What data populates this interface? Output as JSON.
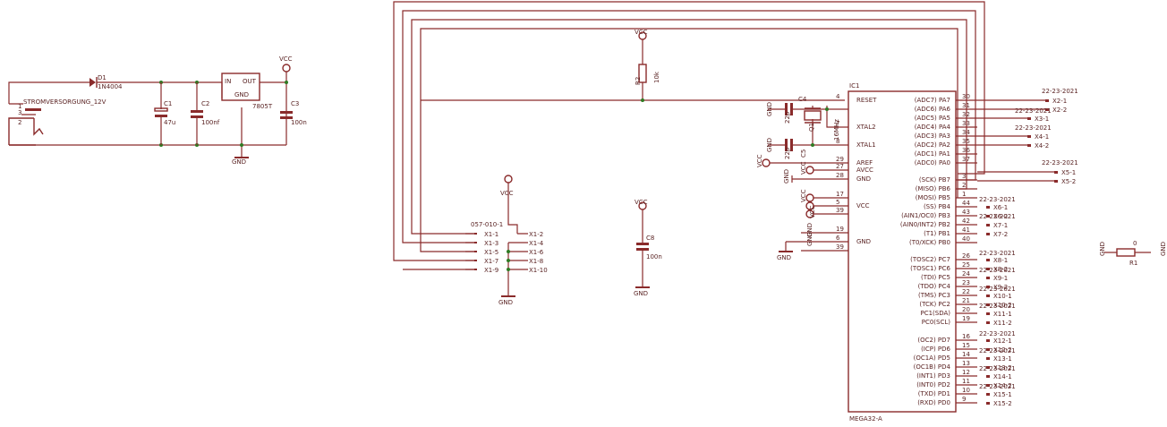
{
  "power_section": {
    "connector_name": "STROMVERSORGUNG_12V",
    "connector_pins": [
      "1",
      "2",
      "3"
    ],
    "diode_name": "D1",
    "diode_value": "1N4004",
    "c1_name": "C1",
    "c1_value": "47u",
    "c2_name": "C2",
    "c2_value": "100nf",
    "c3_name": "C3",
    "c3_value": "100n",
    "regulator_in": "IN",
    "regulator_out": "OUT",
    "regulator_gnd": "GND",
    "regulator_value": "7805T",
    "vcc_label": "VCC",
    "gnd_label": "GND"
  },
  "r2": {
    "name": "R2",
    "value": "10k",
    "vcc_label": "VCC"
  },
  "crystal": {
    "q_name": "Q1",
    "q_value": "16MHz",
    "c4_name": "C4",
    "c5_name": "C5",
    "c4_value": "22p",
    "c5_value": "22p",
    "gnd_label": "GND"
  },
  "header": {
    "name": "057-010-1",
    "vcc_label": "VCC",
    "gnd_label": "GND",
    "left_pins": [
      "X1-1",
      "X1-3",
      "X1-5",
      "X1-7",
      "X1-9"
    ],
    "right_pins": [
      "X1-2",
      "X1-4",
      "X1-6",
      "X1-8",
      "X1-10"
    ]
  },
  "c8": {
    "name": "C8",
    "value": "100n",
    "vcc_label": "VCC",
    "gnd_label": "GND"
  },
  "r1": {
    "name": "R1",
    "value": "0",
    "gnd_label": "GND"
  },
  "mcu": {
    "name": "IC1",
    "value": "MEGA32-A",
    "left_pins": [
      {
        "num": "4",
        "label": "RESET"
      },
      {
        "num": "7",
        "label": "XTAL2"
      },
      {
        "num": "8",
        "label": "XTAL1"
      },
      {
        "num": "29",
        "label": "AREF"
      },
      {
        "num": "27",
        "label": "AVCC"
      },
      {
        "num": "28",
        "label": "GND"
      },
      {
        "num": "17",
        "label": ""
      },
      {
        "num": "5",
        "label": "VCC"
      },
      {
        "num": "39",
        "label": ""
      },
      {
        "num": "19",
        "label": ""
      },
      {
        "num": "6",
        "label": "GND"
      },
      {
        "num": "39",
        "label": ""
      }
    ],
    "left_power_labels": [
      "VCC",
      "VCC",
      "VCC",
      "VCC",
      "GND",
      "GND",
      "GND",
      "GND"
    ],
    "right_pins": [
      {
        "num": "30",
        "label": "(ADC7) PA7"
      },
      {
        "num": "31",
        "label": "(ADC6) PA6"
      },
      {
        "num": "32",
        "label": "(ADC5) PA5"
      },
      {
        "num": "33",
        "label": "(ADC4) PA4"
      },
      {
        "num": "34",
        "label": "(ADC3) PA3"
      },
      {
        "num": "35",
        "label": "(ADC2) PA2"
      },
      {
        "num": "36",
        "label": "(ADC1) PA1"
      },
      {
        "num": "37",
        "label": "(ADC0) PA0"
      },
      {
        "num": "3",
        "label": "(SCK) PB7"
      },
      {
        "num": "2",
        "label": "(MISO) PB6"
      },
      {
        "num": "1",
        "label": "(MOSI) PB5"
      },
      {
        "num": "44",
        "label": "(SS) PB4"
      },
      {
        "num": "43",
        "label": "(AIN1/OC0) PB3"
      },
      {
        "num": "42",
        "label": "(AIN0/INT2) PB2"
      },
      {
        "num": "41",
        "label": "(T1) PB1"
      },
      {
        "num": "40",
        "label": "(T0/XCK) PB0"
      },
      {
        "num": "26",
        "label": "(TOSC2) PC7"
      },
      {
        "num": "25",
        "label": "(TOSC1) PC6"
      },
      {
        "num": "24",
        "label": "(TDI) PC5"
      },
      {
        "num": "23",
        "label": "(TDO) PC4"
      },
      {
        "num": "22",
        "label": "(TMS) PC3"
      },
      {
        "num": "21",
        "label": "(TCK) PC2"
      },
      {
        "num": "20",
        "label": "PC1(SDA)"
      },
      {
        "num": "19",
        "label": "PC0(SCL)"
      },
      {
        "num": "16",
        "label": "(OC2) PD7"
      },
      {
        "num": "15",
        "label": "(ICP) PD6"
      },
      {
        "num": "14",
        "label": "(OC1A) PD5"
      },
      {
        "num": "13",
        "label": "(OC1B) PD4"
      },
      {
        "num": "12",
        "label": "(INT1) PD3"
      },
      {
        "num": "11",
        "label": "(INT0) PD2"
      },
      {
        "num": "10",
        "label": "(TXD) PD1"
      },
      {
        "num": "9",
        "label": "(RXD) PD0"
      }
    ]
  },
  "connectors": {
    "group_label": "22-23-2021",
    "labels": [
      "X2-1",
      "X2-2",
      "X3-1",
      "X4-1",
      "X4-2",
      "X5-1",
      "X5-2",
      "X6-1",
      "X6-2",
      "X7-1",
      "X7-2",
      "X8-1",
      "X8-2",
      "X9-1",
      "X9-2",
      "X10-1",
      "X10-2",
      "X11-1",
      "X11-2",
      "X12-1",
      "X12-2",
      "X13-1",
      "X13-2",
      "X14-1",
      "X14-2",
      "X15-1",
      "X15-2"
    ]
  },
  "colors": {
    "wire": "#8a2b2b",
    "junction": "#2f7a23",
    "text": "#5a2323",
    "background": "#ffffff"
  }
}
